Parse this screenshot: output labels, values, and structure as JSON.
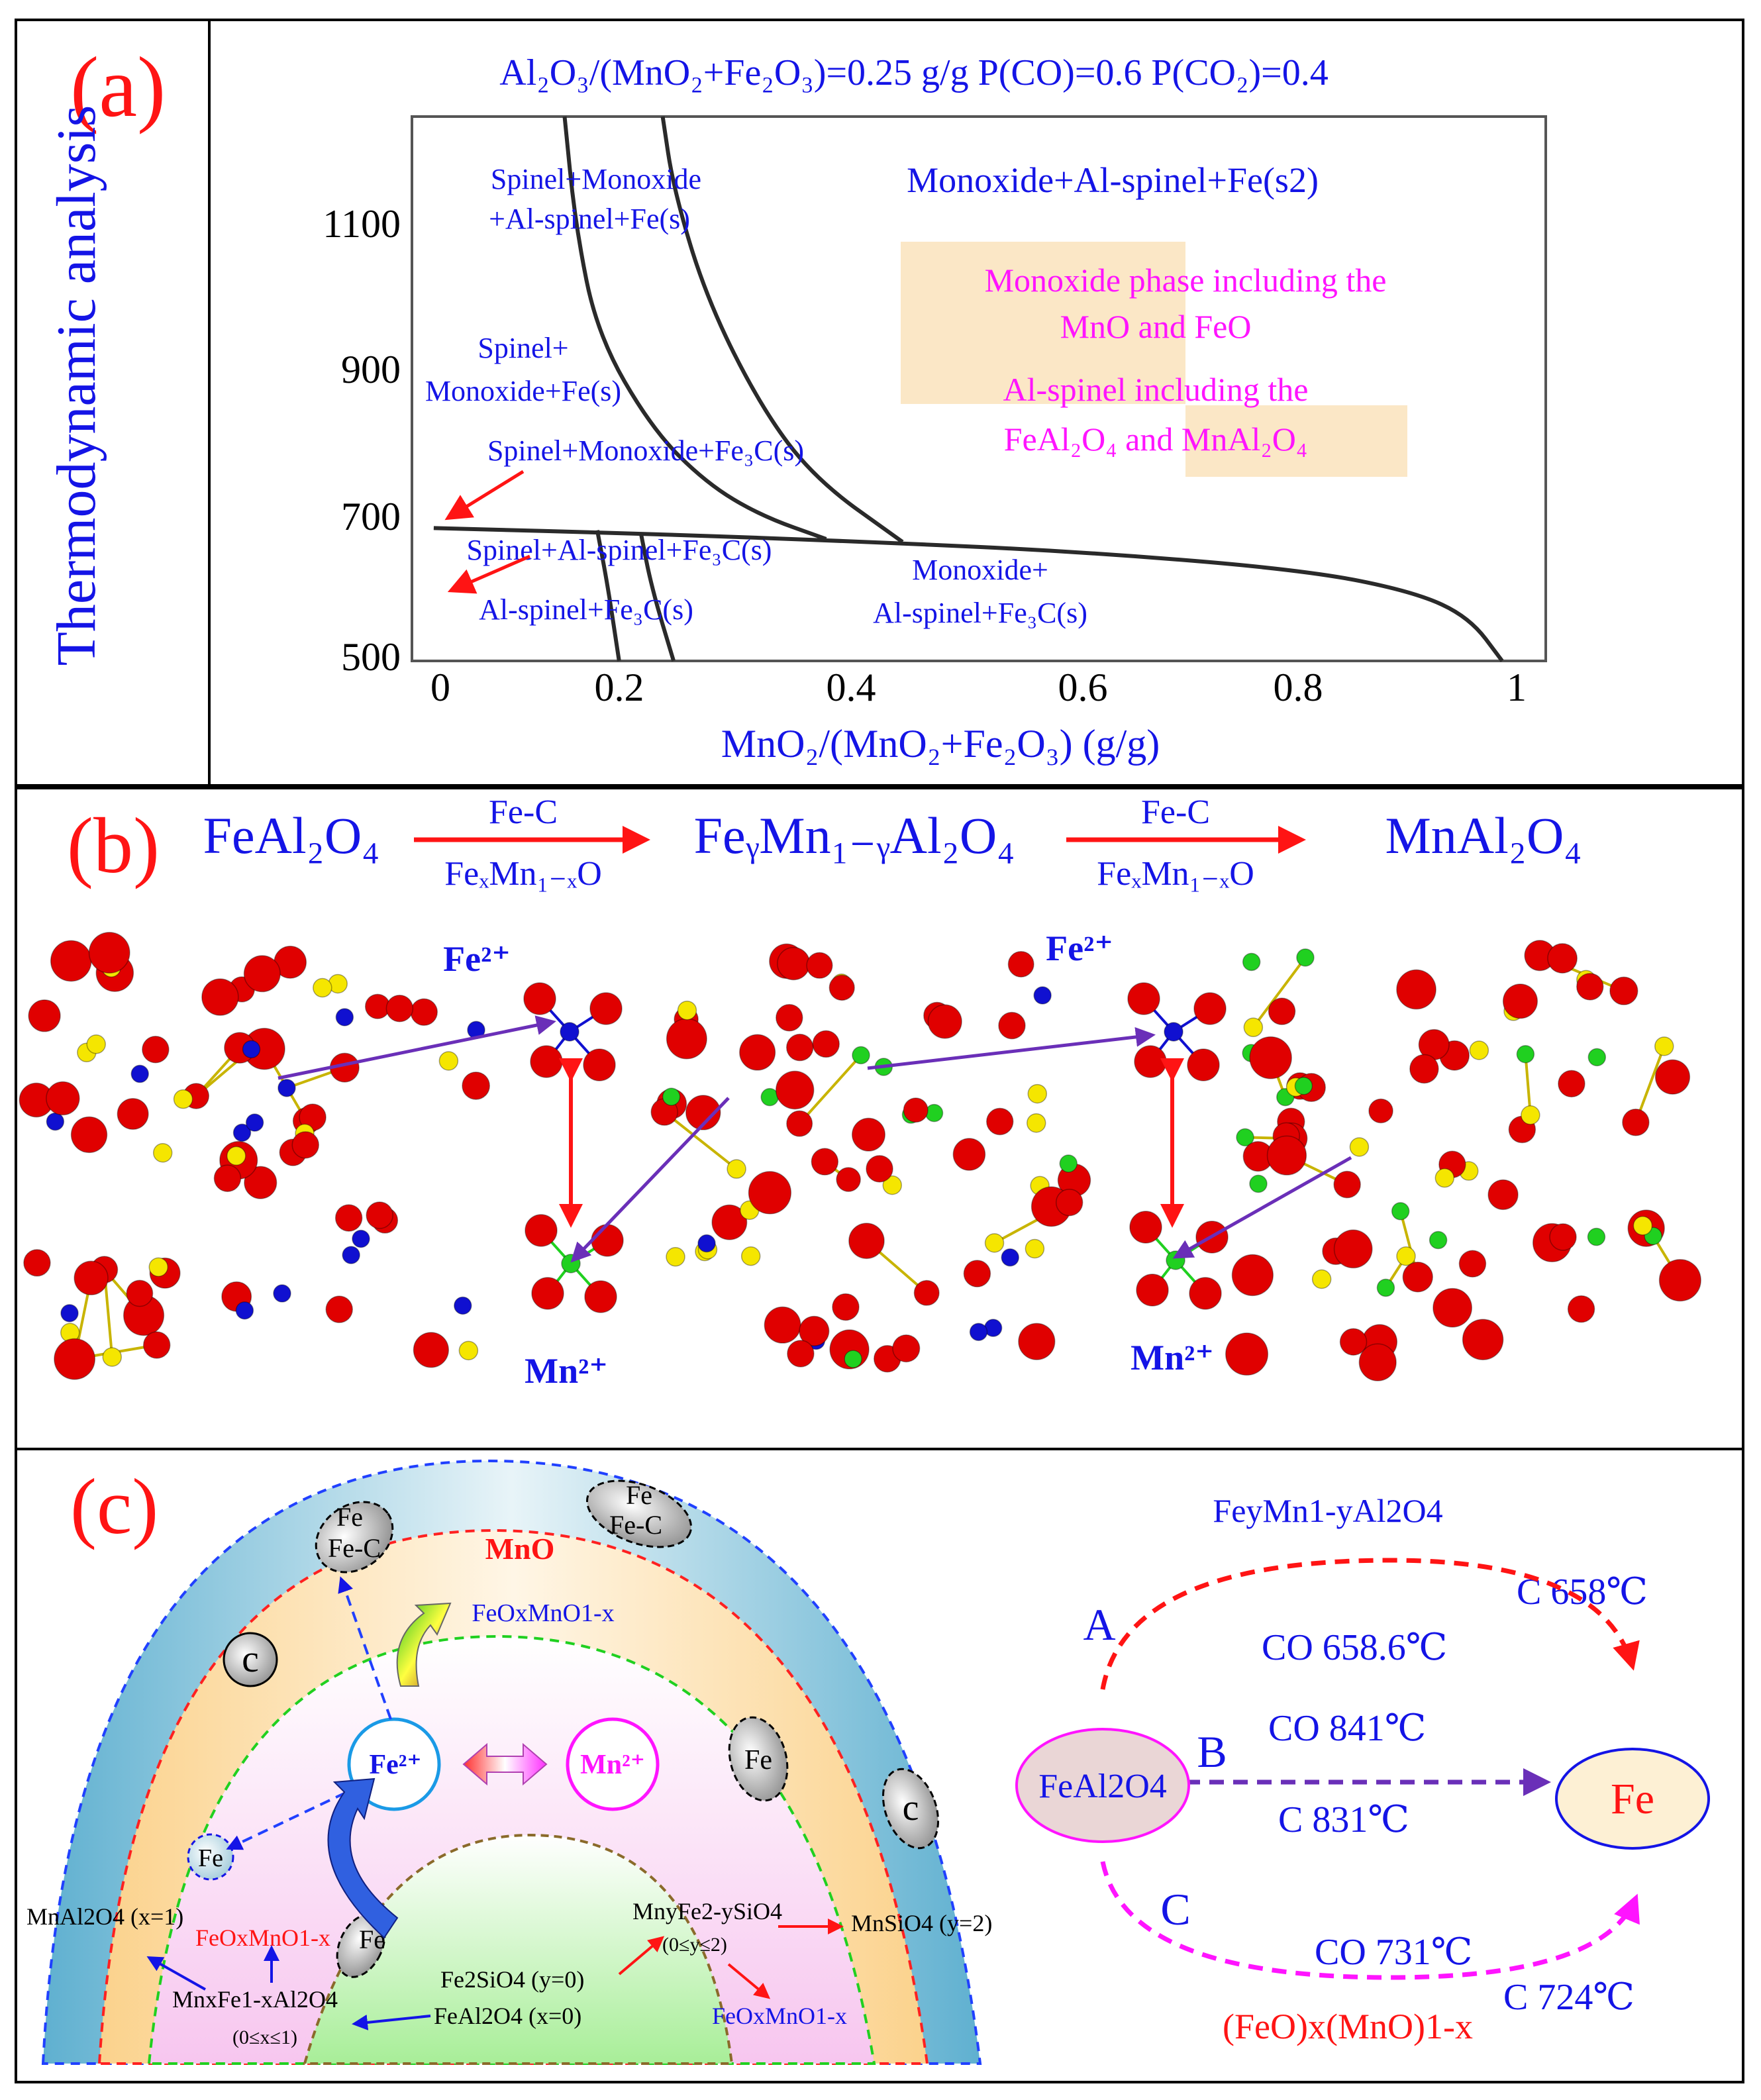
{
  "panel_a": {
    "label": "(a)",
    "side_title": "Thermodynamic analysis",
    "header": "Al₂O₃/(MnO₂+Fe₂O₃)=0.25 g/g P(CO)=0.6 P(CO₂)=0.4",
    "xlabel": "MnO₂/(MnO₂+Fe₂O₃) (g/g)",
    "x_ticks": [
      "0",
      "0.2",
      "0.4",
      "0.6",
      "0.8",
      "1"
    ],
    "y_ticks": [
      "500",
      "700",
      "900",
      "1100"
    ],
    "region_spinel_mono_al_fe": [
      "Spinel+Monoxide",
      "+Al-spinel+Fe(s)"
    ],
    "region_mono_al_fe_s2": "Monoxide+Al-spinel+Fe(s2)",
    "note1": [
      "Monoxide phase including the",
      "MnO and FeO"
    ],
    "note2": [
      "Al-spinel including the",
      "FeAl₂O₄ and MnAl₂O₄"
    ],
    "region_spinel_mono_fe": [
      "Spinel+",
      "Monoxide+Fe(s)"
    ],
    "region_spinel_mono_fe3c": "Spinel+Monoxide+Fe₃C(s)",
    "region_spinel_al_fe3c": "Spinel+Al-spinel+Fe₃C(s)",
    "region_al_fe3c": "Al-spinel+Fe₃C(s)",
    "region_mono_al_fe3c": [
      "Monoxide+",
      "Al-spinel+Fe₃C(s)"
    ],
    "colors": {
      "label": "#ff1414",
      "text": "#1414e6",
      "note": "#ff14ff",
      "note_bg": "#fbe7c6"
    }
  },
  "chart_data": {
    "type": "line",
    "title": "Al2O3/(MnO2+Fe2O3)=0.25 g/g P(CO)=0.6 P(CO2)=0.4",
    "xlabel": "MnO2/(MnO2+Fe2O3) (g/g)",
    "ylabel": "",
    "xlim": [
      -0.02,
      1.02
    ],
    "ylim": [
      500,
      1250
    ],
    "series": [
      {
        "x": [
          0.0,
          0.2,
          0.4,
          0.6,
          0.8,
          0.9,
          0.95,
          0.98
        ],
        "y": [
          683,
          675,
          664,
          650,
          625,
          595,
          560,
          500
        ]
      },
      {
        "x": [
          0.12,
          0.13,
          0.15,
          0.2,
          0.25,
          0.3,
          0.36
        ],
        "y": [
          1250,
          1100,
          950,
          820,
          745,
          700,
          668
        ]
      },
      {
        "x": [
          0.21,
          0.22,
          0.25,
          0.3,
          0.35,
          0.43
        ],
        "y": [
          1250,
          1150,
          1000,
          850,
          750,
          664
        ]
      },
      {
        "x": [
          0.15,
          0.16,
          0.17
        ],
        "y": [
          680,
          600,
          500
        ]
      },
      {
        "x": [
          0.19,
          0.2,
          0.22
        ],
        "y": [
          676,
          600,
          500
        ]
      }
    ]
  },
  "panel_b": {
    "label": "(b)",
    "species1": "FeAl₂O₄",
    "species2": "FeᵧMn₁₋ᵧAl₂O₄",
    "species3": "MnAl₂O₄",
    "arrow_top": "Fe-C",
    "arrow_bottom": "FeₓMn₁₋ₓO",
    "ion_fe": "Fe²⁺",
    "ion_mn": "Mn²⁺"
  },
  "panel_c": {
    "label": "(c)",
    "fe": "Fe",
    "fe_c": "Fe-C",
    "c": "c",
    "mno": "MnO",
    "feo_mno": "FeOxMnO1-x",
    "fe2": "Fe²⁺",
    "mn2": "Mn²⁺",
    "mnal2o4": "MnAl2O4 (x=1)",
    "feoxmno_red": "FeOxMnO1-x",
    "mnxfe": "MnxFe1-xAl2O4",
    "range_x": "(0≤x≤1)",
    "fe2sio4": "Fe2SiO4 (y=0)",
    "feal2o4_x0": "FeAl2O4 (x=0)",
    "mnyfe": "MnyFe2-ySiO4",
    "range_y": "(0≤y≤2)",
    "mnsio4": "MnSiO4 (y=2)",
    "feoxmno_low": "FeOxMnO1-x",
    "right_top": "FeyMn1-yAl2O4",
    "path_a": "A",
    "path_b": "B",
    "path_c": "C",
    "c_658": "C   658℃",
    "co_6586": "CO  658.6℃",
    "co_841": "CO  841℃",
    "c_831": "C  831℃",
    "co_731": "CO  731℃",
    "c_724": "C 724℃",
    "feal2o4": "FeAl2O4",
    "fe_end": "Fe",
    "feo_mno_x": "(FeO)x(MnO)1-x"
  }
}
